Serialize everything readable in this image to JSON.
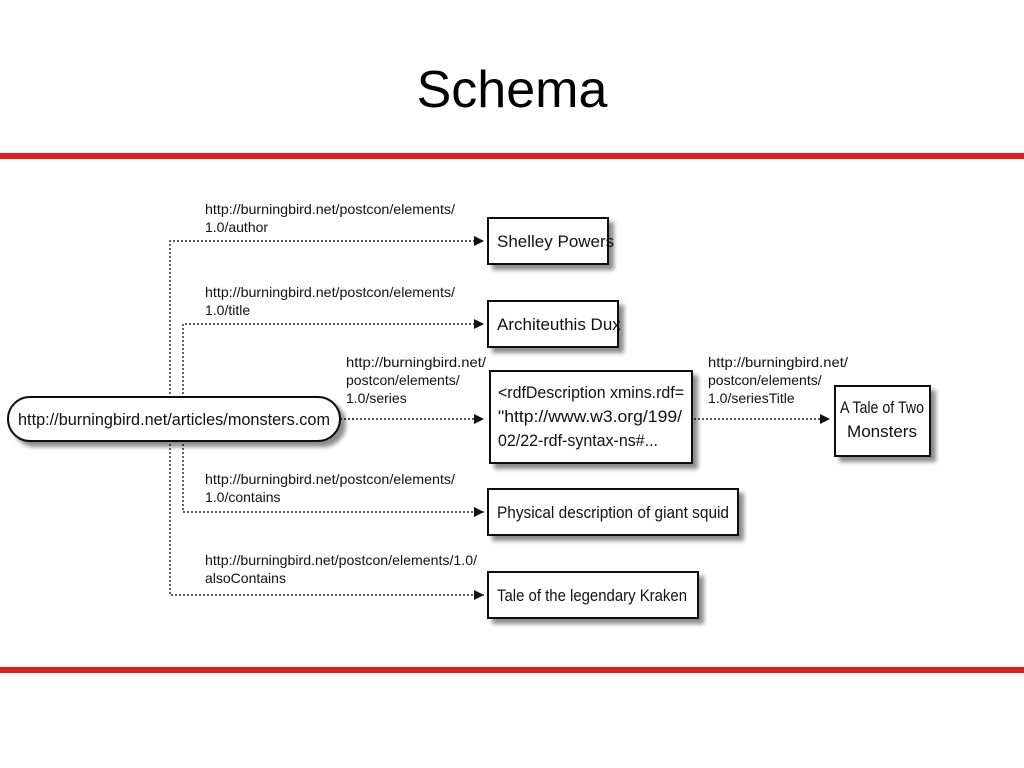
{
  "slide": {
    "title": "Schema",
    "accent_color": "#e31b1b"
  },
  "diagram": {
    "subject": "http://burningbird.net/articles/monsters.com",
    "edges": [
      {
        "line1": "http://burningbird.net/postcon/elements/",
        "line2": "1.0/author",
        "target": [
          "Shelley Powers"
        ]
      },
      {
        "line1": "http://burningbird.net/postcon/elements/",
        "line2": "1.0/title",
        "target": [
          "Architeuthis Dux"
        ]
      },
      {
        "line1": "http://burningbird.net/",
        "line2": "postcon/elements/",
        "line3": "1.0/series",
        "target": [
          "<rdfDescription xmins.rdf=",
          "\"http://www.w3.org/199/",
          "02/22-rdf-syntax-ns#..."
        ]
      },
      {
        "line1": "http://burningbird.net/postcon/elements/",
        "line2": "1.0/contains",
        "target": [
          "Physical  description of giant squid"
        ]
      },
      {
        "line1": "http://burningbird.net/postcon/elements/1.0/",
        "line2": "alsoContains",
        "target": [
          "Tale of the legendary Kraken"
        ]
      }
    ],
    "nested_edge": {
      "line1": "http://burningbird.net/",
      "line2": "postcon/elements/",
      "line3": "1.0/seriesTitle",
      "target": [
        "A Tale of Two",
        "Monsters"
      ]
    }
  }
}
